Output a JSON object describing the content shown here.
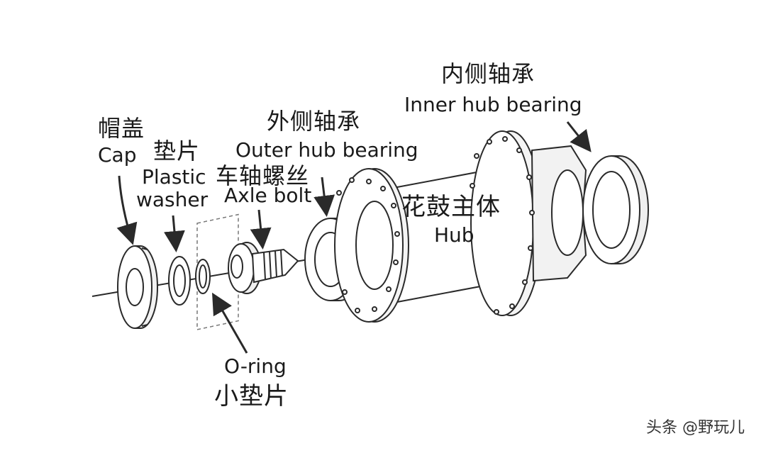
{
  "labels": {
    "cap": {
      "zh": "帽盖",
      "en": "Cap"
    },
    "plastic_washer": {
      "zh": "垫片",
      "en1": "Plastic",
      "en2": "washer"
    },
    "axle_bolt": {
      "zh": "车轴螺丝",
      "en": "Axle bolt"
    },
    "outer_bearing": {
      "zh": "外侧轴承",
      "en": "Outer hub bearing"
    },
    "inner_bearing": {
      "zh": "内侧轴承",
      "en": "Inner hub bearing"
    },
    "hub": {
      "zh": "花鼓主体",
      "en": "Hub"
    },
    "o_ring": {
      "en": "O-ring",
      "zh": "小垫片"
    }
  },
  "watermark": "头条 @野玩儿",
  "colors": {
    "line": "#2a2a2a",
    "fill": "#ffffff",
    "shade": "#e6e6e6"
  }
}
